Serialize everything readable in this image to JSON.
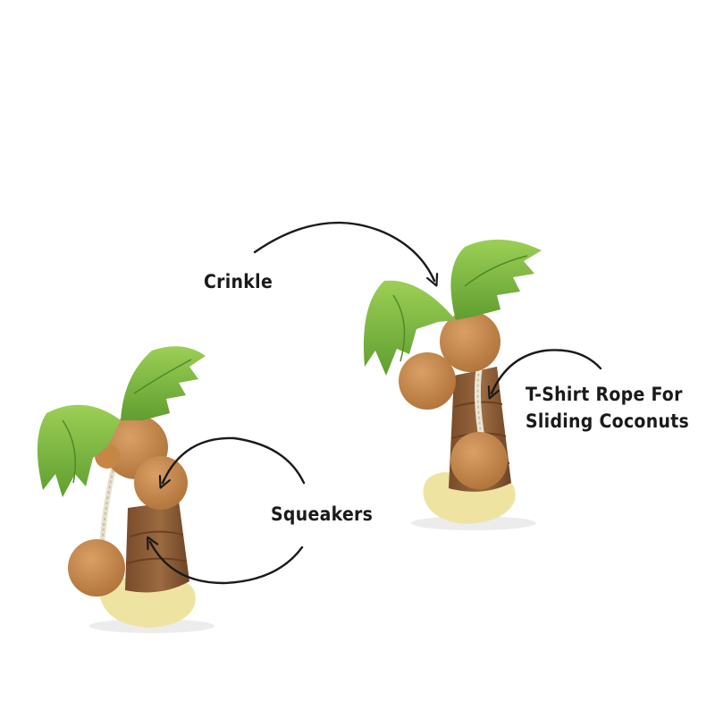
{
  "annotations": {
    "crinkle": "Crinkle",
    "rope_line1": "T-Shirt Rope For",
    "rope_line2": "Sliding Coconuts",
    "squeakers": "Squeakers"
  },
  "colors": {
    "leaf_light": "#8cc63f",
    "leaf_dark": "#5a9a2e",
    "trunk": "#8a5a34",
    "trunk_dark": "#6e4426",
    "coconut": "#c98a4b",
    "coconut_shade": "#a86b34",
    "base": "#efe3a2",
    "rope": "#ece6d6",
    "arrow": "#1a1a1a"
  }
}
